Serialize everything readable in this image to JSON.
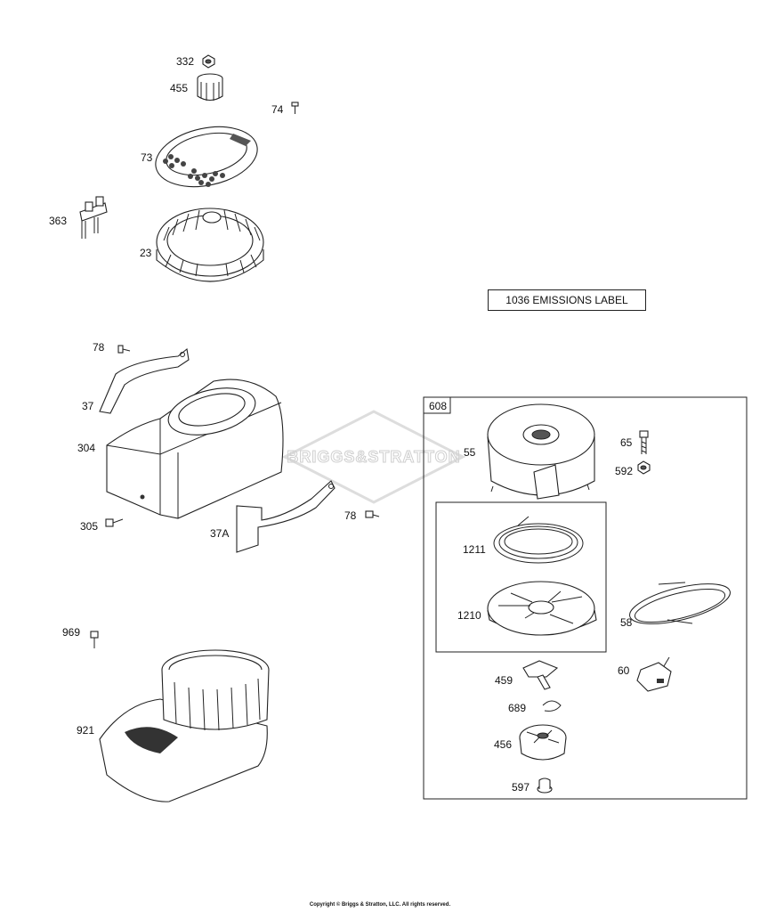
{
  "watermark": "BRIGGS&STRATTON",
  "emissions_label": "1036 EMISSIONS LABEL",
  "kit_number": "608",
  "parts": {
    "p332": "332",
    "p455": "455",
    "p74": "74",
    "p73": "73",
    "p363": "363",
    "p23": "23",
    "p78a": "78",
    "p37": "37",
    "p304": "304",
    "p305": "305",
    "p37A": "37A",
    "p78b": "78",
    "p969": "969",
    "p921": "921",
    "p55": "55",
    "p65": "65",
    "p592": "592",
    "p1211": "1211",
    "p1210": "1210",
    "p58": "58",
    "p459": "459",
    "p60": "60",
    "p689": "689",
    "p456": "456",
    "p597": "597"
  },
  "copyright": "Copyright © Briggs & Stratton, LLC. All rights reserved."
}
